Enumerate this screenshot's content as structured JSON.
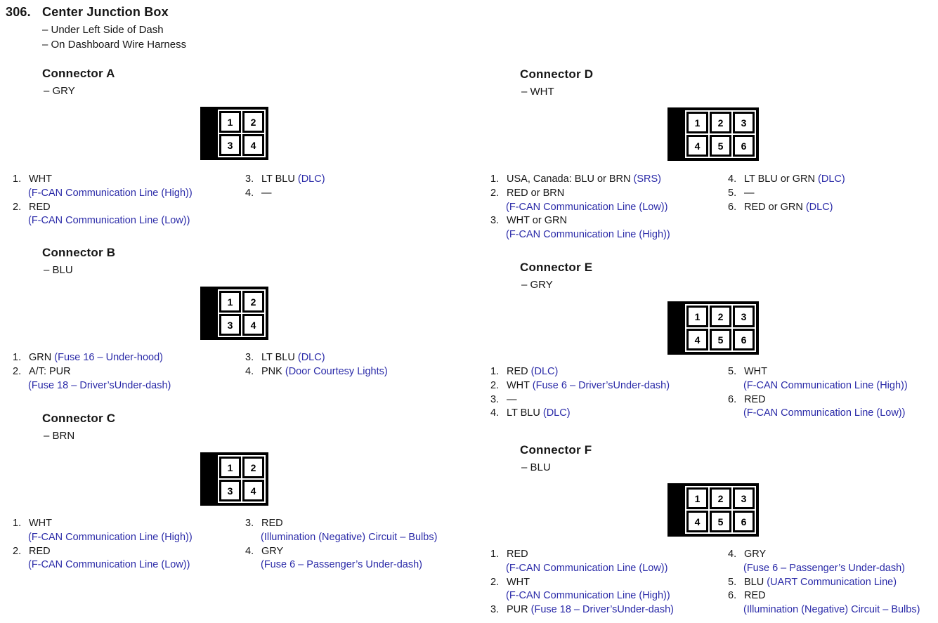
{
  "page": {
    "number": "306.",
    "title": "Center Junction Box",
    "subtitles": [
      "– Under Left Side of Dash",
      "– On Dashboard Wire Harness"
    ]
  },
  "colors": {
    "note_blue": "#2a2aa8",
    "ink": "#161616",
    "diagram_black": "#000000"
  },
  "connectors": [
    {
      "id": "A",
      "title": "Connector A",
      "color_label": "– GRY",
      "diagram_cells": [
        [
          "1",
          "2"
        ],
        [
          "3",
          "4"
        ]
      ],
      "pins_left": [
        {
          "num": "1.",
          "wire": "WHT",
          "note": "(F-CAN Communication Line (High))",
          "note_layout": "newline"
        },
        {
          "num": "2.",
          "wire": "RED",
          "note": "(F-CAN Communication Line (Low))",
          "note_layout": "newline"
        }
      ],
      "pins_right": [
        {
          "num": "3.",
          "wire": "LT BLU",
          "note": "(DLC)",
          "note_layout": "inline"
        },
        {
          "num": "4.",
          "wire": "—",
          "note": "",
          "note_layout": "none"
        }
      ]
    },
    {
      "id": "B",
      "title": "Connector B",
      "color_label": "– BLU",
      "diagram_cells": [
        [
          "1",
          "2"
        ],
        [
          "3",
          "4"
        ]
      ],
      "pins_left": [
        {
          "num": "1.",
          "wire": "GRN",
          "note": "(Fuse 16 – Under-hood)",
          "note_layout": "inline"
        },
        {
          "num": "2.",
          "wire": "A/T: PUR",
          "note": "(Fuse 18 – Driver’sUnder-dash)",
          "note_layout": "newline"
        }
      ],
      "pins_right": [
        {
          "num": "3.",
          "wire": "LT BLU",
          "note": "(DLC)",
          "note_layout": "inline"
        },
        {
          "num": "4.",
          "wire": "PNK",
          "note": "(Door Courtesy Lights)",
          "note_layout": "inline"
        }
      ]
    },
    {
      "id": "C",
      "title": "Connector C",
      "color_label": "– BRN",
      "diagram_cells": [
        [
          "1",
          "2"
        ],
        [
          "3",
          "4"
        ]
      ],
      "pins_left": [
        {
          "num": "1.",
          "wire": "WHT",
          "note": "(F-CAN Communication Line (High))",
          "note_layout": "newline"
        },
        {
          "num": "2.",
          "wire": "RED",
          "note": "(F-CAN Communication Line (Low))",
          "note_layout": "newline"
        }
      ],
      "pins_right": [
        {
          "num": "3.",
          "wire": "RED",
          "note": "(Illumination (Negative) Circuit – Bulbs)",
          "note_layout": "newline"
        },
        {
          "num": "4.",
          "wire": "GRY",
          "note": "(Fuse 6 – Passenger’s Under-dash)",
          "note_layout": "newline"
        }
      ]
    },
    {
      "id": "D",
      "title": "Connector D",
      "color_label": "– WHT",
      "diagram_cells": [
        [
          "1",
          "2",
          "3"
        ],
        [
          "4",
          "5",
          "6"
        ]
      ],
      "pins_left": [
        {
          "num": "1.",
          "wire": "USA, Canada: BLU or BRN",
          "note": "(SRS)",
          "note_layout": "inline"
        },
        {
          "num": "2.",
          "wire": "RED or BRN",
          "note": "(F-CAN Communication Line (Low))",
          "note_layout": "newline"
        },
        {
          "num": "3.",
          "wire": "WHT or GRN",
          "note": "(F-CAN Communication Line (High))",
          "note_layout": "newline"
        }
      ],
      "pins_right": [
        {
          "num": "4.",
          "wire": "LT BLU or GRN",
          "note": "(DLC)",
          "note_layout": "inline"
        },
        {
          "num": "5.",
          "wire": "—",
          "note": "",
          "note_layout": "none"
        },
        {
          "num": "6.",
          "wire": "RED or GRN",
          "note": "(DLC)",
          "note_layout": "inline"
        }
      ]
    },
    {
      "id": "E",
      "title": "Connector E",
      "color_label": "– GRY",
      "diagram_cells": [
        [
          "1",
          "2",
          "3"
        ],
        [
          "4",
          "5",
          "6"
        ]
      ],
      "pins_left": [
        {
          "num": "1.",
          "wire": "RED",
          "note": "(DLC)",
          "note_layout": "inline"
        },
        {
          "num": "2.",
          "wire": "WHT",
          "note": "(Fuse 6 – Driver’sUnder-dash)",
          "note_layout": "inline"
        },
        {
          "num": "3.",
          "wire": "—",
          "note": "",
          "note_layout": "none"
        },
        {
          "num": "4.",
          "wire": "LT BLU",
          "note": "(DLC)",
          "note_layout": "inline"
        }
      ],
      "pins_right": [
        {
          "num": "5.",
          "wire": "WHT",
          "note": "(F-CAN Communication Line (High))",
          "note_layout": "newline"
        },
        {
          "num": "6.",
          "wire": "RED",
          "note": "(F-CAN Communication Line (Low))",
          "note_layout": "newline"
        }
      ]
    },
    {
      "id": "F",
      "title": "Connector F",
      "color_label": "– BLU",
      "diagram_cells": [
        [
          "1",
          "2",
          "3"
        ],
        [
          "4",
          "5",
          "6"
        ]
      ],
      "pins_left": [
        {
          "num": "1.",
          "wire": "RED",
          "note": "(F-CAN Communication Line (Low))",
          "note_layout": "newline"
        },
        {
          "num": "2.",
          "wire": "WHT",
          "note": "(F-CAN Communication Line (High))",
          "note_layout": "newline"
        },
        {
          "num": "3.",
          "wire": "PUR",
          "note": "(Fuse 18 – Driver’sUnder-dash)",
          "note_layout": "inline"
        }
      ],
      "pins_right": [
        {
          "num": "4.",
          "wire": "GRY",
          "note": "(Fuse 6 – Passenger’s Under-dash)",
          "note_layout": "newline"
        },
        {
          "num": "5.",
          "wire": "BLU",
          "note": "(UART Communication Line)",
          "note_layout": "inline"
        },
        {
          "num": "6.",
          "wire": "RED",
          "note": "(Illumination (Negative) Circuit – Bulbs)",
          "note_layout": "newline"
        }
      ]
    }
  ]
}
